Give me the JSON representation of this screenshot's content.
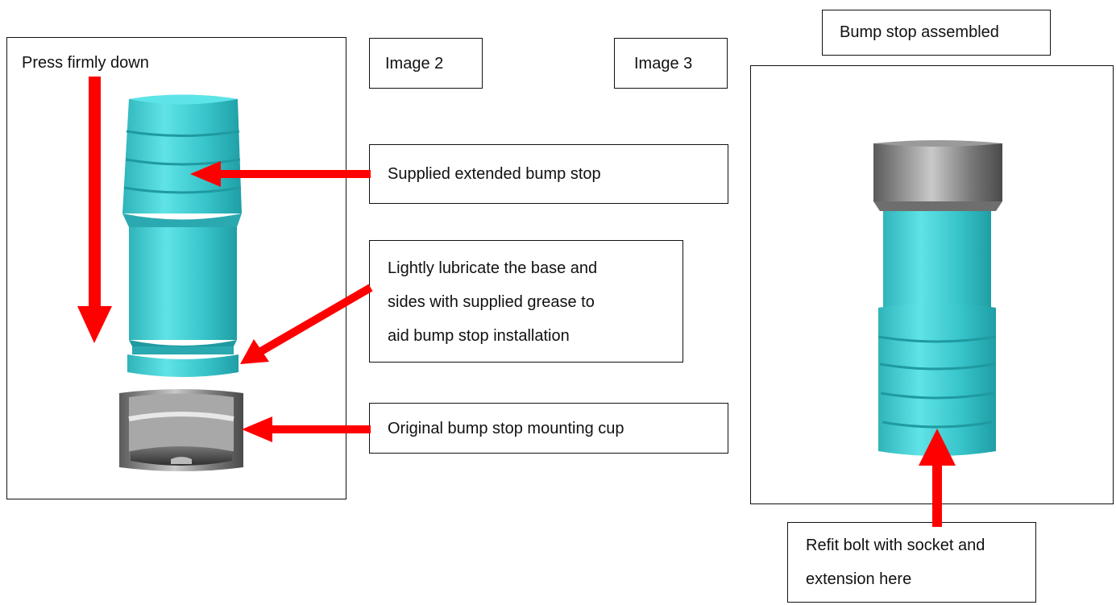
{
  "labels": {
    "press": "Press firmly down",
    "image2": "Image 2",
    "image3": "Image 3",
    "assembled": "Bump stop assembled",
    "supplied": "Supplied extended bump stop",
    "lubricate": "Lightly lubricate the base and\nsides with supplied grease to\naid bump stop installation",
    "original": "Original bump stop mounting cup",
    "refit": "Refit bolt with socket and\nextension here"
  },
  "colors": {
    "arrow": "#ff0000",
    "bumpstop": "#3ec9cf",
    "cup": "#8a8a8a"
  }
}
